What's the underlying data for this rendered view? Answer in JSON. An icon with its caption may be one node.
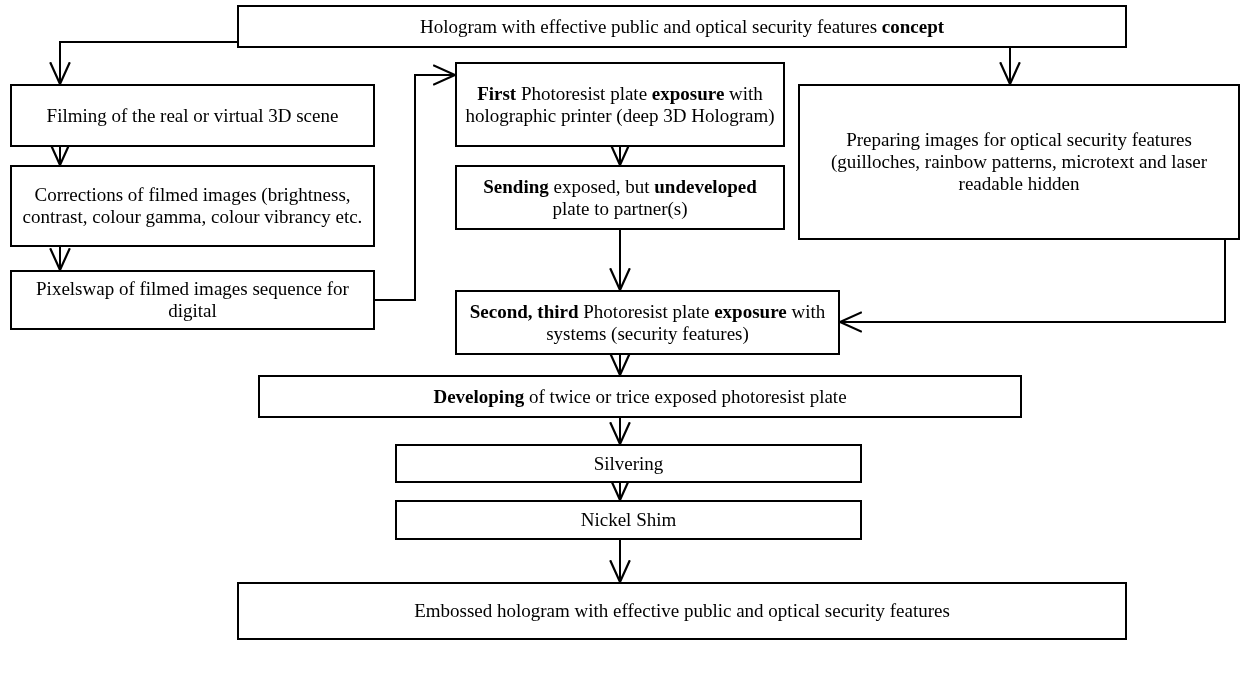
{
  "diagram": {
    "nodes": [
      {
        "text": [
          "Hologram with effective public and optical security features **concept**"
        ]
      },
      {
        "text": [
          "Filming of the real or virtual 3D scene"
        ]
      },
      {
        "text": [
          "Corrections of filmed images (brightness, contrast, colour gamma, colour vibrancy etc."
        ]
      },
      {
        "text": [
          "Pixelswap of filmed images sequence for digital"
        ]
      },
      {
        "text": [
          "**First** Photoresist plate **exposure** with holographic printer (deep 3D Hologram)"
        ]
      },
      {
        "text": [
          "**Sending** exposed, but **undeveloped** plate to partner(s)"
        ]
      },
      {
        "text": [
          "Preparing images for optical security features (guilloches, rainbow patterns, microtext and laser readable hidden"
        ]
      },
      {
        "text": [
          "**Second, third** Photoresist plate **exposure** with systems (security features)"
        ]
      },
      {
        "text": [
          "**Developing** of twice or trice exposed photoresist plate"
        ]
      },
      {
        "text": [
          "Silvering"
        ]
      },
      {
        "text": [
          "Nickel Shim"
        ]
      },
      {
        "text": [
          "Embossed hologram with effective public and optical security features"
        ]
      }
    ],
    "edges": [
      {
        "from": 0,
        "to": 1,
        "arrow": "to"
      },
      {
        "from": 0,
        "to": 6,
        "arrow": "to"
      },
      {
        "from": 1,
        "to": 2,
        "arrow": "to"
      },
      {
        "from": 2,
        "to": 3,
        "arrow": "to"
      },
      {
        "from": 3,
        "to": 4,
        "arrow": "to"
      },
      {
        "from": 4,
        "to": 5,
        "arrow": "to"
      },
      {
        "from": 5,
        "to": 7,
        "arrow": "to"
      },
      {
        "from": 6,
        "to": 7,
        "arrow": "to"
      },
      {
        "from": 7,
        "to": 8,
        "arrow": "to"
      },
      {
        "from": 8,
        "to": 9,
        "arrow": "to"
      },
      {
        "from": 9,
        "to": 10,
        "arrow": "to"
      },
      {
        "from": 10,
        "to": 11,
        "arrow": "to"
      }
    ]
  }
}
